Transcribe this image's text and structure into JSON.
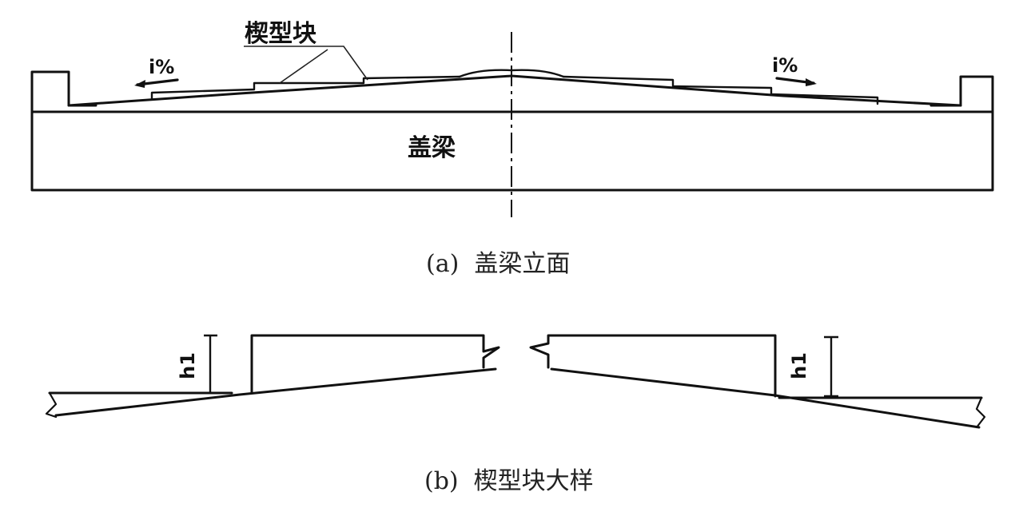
{
  "elevation": {
    "wedge_label": "楔型块",
    "slope_left": "i%",
    "slope_right": "i%",
    "beam_label": "盖梁",
    "caption": "(a)  盖梁立面"
  },
  "detail": {
    "height_left": "h1",
    "height_right": "h1",
    "caption": "(b)  楔型块大样"
  }
}
